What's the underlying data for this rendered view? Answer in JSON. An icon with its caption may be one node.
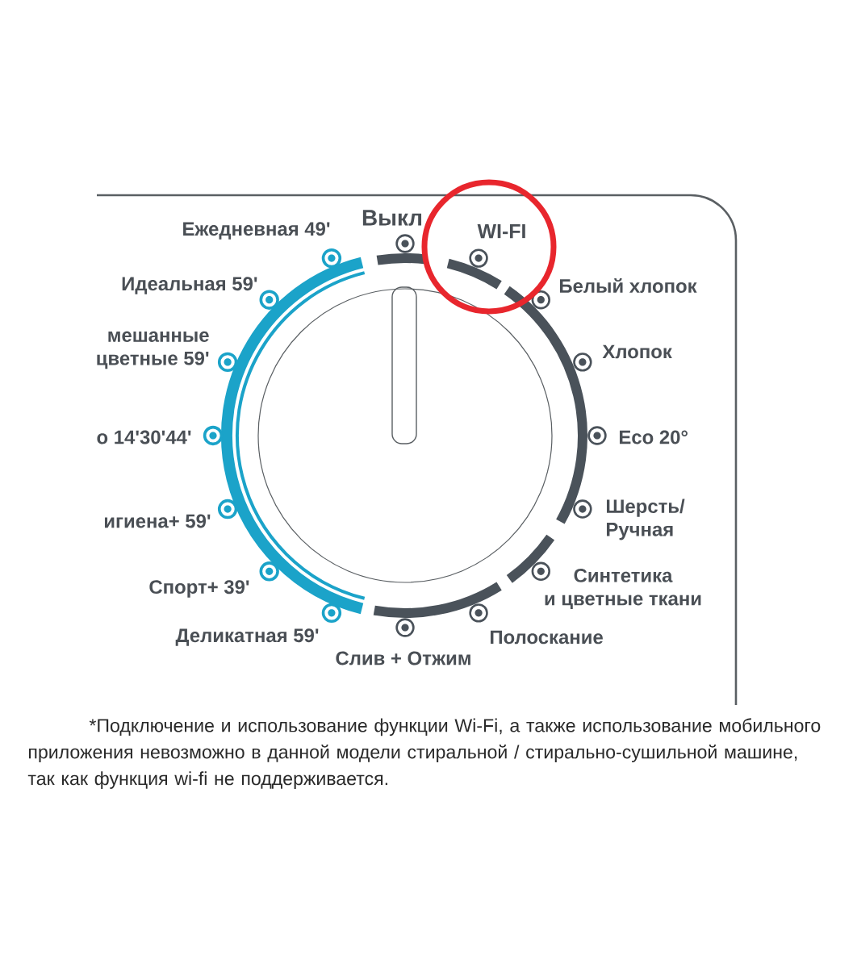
{
  "diagram": {
    "nodes": [
      {
        "text": [
          "WI-FI"
        ]
      }
    ],
    "labels": [
      "Ежедневная 49'",
      "Выкл",
      "Идеальная 59'",
      "Белый хлопок",
      "мешанные цветные 59'",
      "Хлопок",
      "о 14'30'44'",
      "Eco 20°",
      "игиена+ 59'",
      "Шерсть/ Ручная",
      "Спорт+ 39'",
      "Синтетика и цветные ткани",
      "Деликатная 59'",
      "Полоскание",
      "Слив + Отжим"
    ],
    "caption": "*Подключение и использование функции Wi-Fi, а также использование мобильного приложения невозможно в данной модели стиральной / стирально-сушильной машине, так как функция wi-fi не поддерживается."
  }
}
